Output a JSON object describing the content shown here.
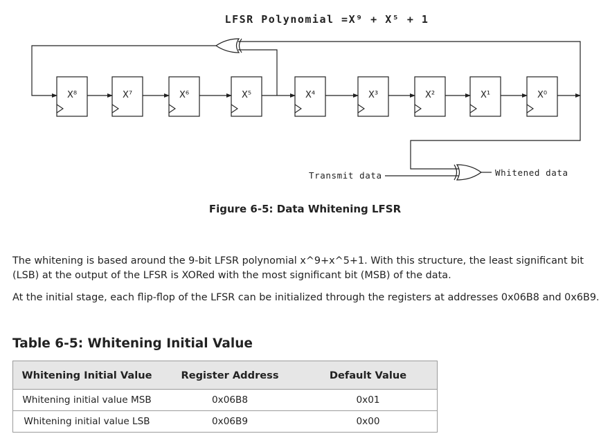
{
  "diagram": {
    "title": "LFSR Polynomial =X⁹ + X⁵ + 1",
    "registers": [
      "X⁸",
      "X⁷",
      "X⁶",
      "X⁵",
      "X⁴",
      "X³",
      "X²",
      "X¹",
      "X⁰"
    ],
    "transmit_label": "Transmit data",
    "whitened_label": "Whitened data"
  },
  "figure_caption": "Figure 6-5: Data Whitening LFSR",
  "paragraphs": {
    "p1": "The whitening is based around the 9-bit LFSR polynomial x^9+x^5+1. With this structure, the least significant bit (LSB) at the output of the LFSR is XORed with the most significant bit (MSB) of the data.",
    "p2": "At the initial stage, each flip-flop of the LFSR can be initialized through the registers at addresses 0x06B8 and 0x6B9."
  },
  "table": {
    "title": "Table 6-5: Whitening Initial Value",
    "headers": [
      "Whitening Initial Value",
      "Register Address",
      "Default Value"
    ],
    "rows": [
      [
        "Whitening initial value MSB",
        "0x06B8",
        "0x01"
      ],
      [
        "Whitening initial value LSB",
        "0x06B9",
        "0x00"
      ]
    ]
  }
}
